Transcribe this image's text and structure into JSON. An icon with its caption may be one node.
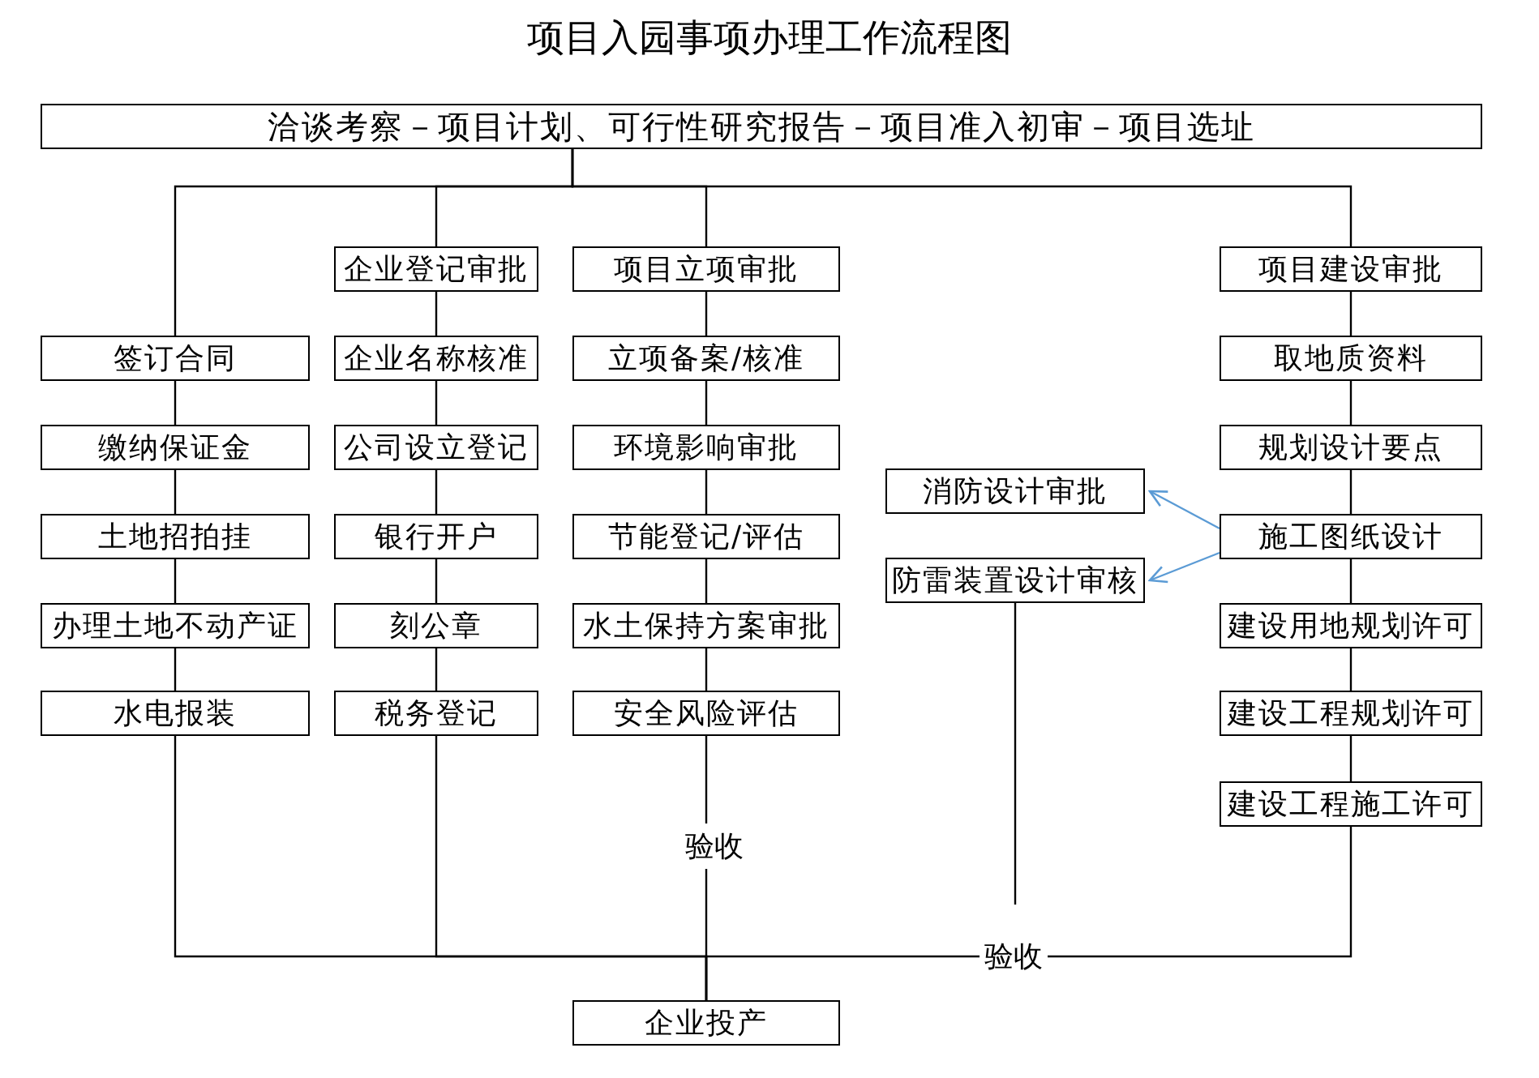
{
  "diagram": {
    "title": "项目入园事项办理工作流程图",
    "nodes": [
      {
        "text": [
          "洽谈考察－项目计划、可行性研究报告－项目准入初审－项目选址"
        ]
      },
      {
        "text": [
          "签订合同"
        ]
      },
      {
        "text": [
          "缴纳保证金"
        ]
      },
      {
        "text": [
          "土地招拍挂"
        ]
      },
      {
        "text": [
          "办理土地不动产证"
        ]
      },
      {
        "text": [
          "水电报装"
        ]
      },
      {
        "text": [
          "企业登记审批"
        ]
      },
      {
        "text": [
          "企业名称核准"
        ]
      },
      {
        "text": [
          "公司设立登记"
        ]
      },
      {
        "text": [
          "银行开户"
        ]
      },
      {
        "text": [
          "刻公章"
        ]
      },
      {
        "text": [
          "税务登记"
        ]
      },
      {
        "text": [
          "项目立项审批"
        ]
      },
      {
        "text": [
          "立项备案/核准"
        ]
      },
      {
        "text": [
          "环境影响审批"
        ]
      },
      {
        "text": [
          "节能登记/评估"
        ]
      },
      {
        "text": [
          "水土保持方案审批"
        ]
      },
      {
        "text": [
          "安全风险评估"
        ]
      },
      {
        "text": [
          "消防设计审批"
        ]
      },
      {
        "text": [
          "防雷装置设计审核"
        ]
      },
      {
        "text": [
          "项目建设审批"
        ]
      },
      {
        "text": [
          "取地质资料"
        ]
      },
      {
        "text": [
          "规划设计要点"
        ]
      },
      {
        "text": [
          "施工图纸设计"
        ]
      },
      {
        "text": [
          "建设用地规划许可"
        ]
      },
      {
        "text": [
          "建设工程规划许可"
        ]
      },
      {
        "text": [
          "建设工程施工许可"
        ]
      },
      {
        "text": [
          "企业投产"
        ]
      }
    ],
    "edges": [
      {
        "from": 0,
        "to": 1,
        "arrow": "none"
      },
      {
        "from": 0,
        "to": 6,
        "arrow": "none"
      },
      {
        "from": 0,
        "to": 12,
        "arrow": "none"
      },
      {
        "from": 0,
        "to": 20,
        "arrow": "none"
      },
      {
        "from": 1,
        "to": 2,
        "arrow": "none"
      },
      {
        "from": 2,
        "to": 3,
        "arrow": "none"
      },
      {
        "from": 3,
        "to": 4,
        "arrow": "none"
      },
      {
        "from": 4,
        "to": 5,
        "arrow": "none"
      },
      {
        "from": 6,
        "to": 7,
        "arrow": "none"
      },
      {
        "from": 7,
        "to": 8,
        "arrow": "none"
      },
      {
        "from": 8,
        "to": 9,
        "arrow": "none"
      },
      {
        "from": 9,
        "to": 10,
        "arrow": "none"
      },
      {
        "from": 10,
        "to": 11,
        "arrow": "none"
      },
      {
        "from": 12,
        "to": 13,
        "arrow": "none"
      },
      {
        "from": 13,
        "to": 14,
        "arrow": "none"
      },
      {
        "from": 14,
        "to": 15,
        "arrow": "none"
      },
      {
        "from": 15,
        "to": 16,
        "arrow": "none"
      },
      {
        "from": 16,
        "to": 17,
        "arrow": "none"
      },
      {
        "from": 20,
        "to": 21,
        "arrow": "none"
      },
      {
        "from": 21,
        "to": 22,
        "arrow": "none"
      },
      {
        "from": 22,
        "to": 23,
        "arrow": "none"
      },
      {
        "from": 23,
        "to": 24,
        "arrow": "none"
      },
      {
        "from": 24,
        "to": 25,
        "arrow": "none"
      },
      {
        "from": 25,
        "to": 26,
        "arrow": "none"
      },
      {
        "from": 23,
        "to": 18,
        "arrow": "to",
        "color": "#5b9bd5"
      },
      {
        "from": 23,
        "to": 19,
        "arrow": "to",
        "color": "#5b9bd5"
      },
      {
        "from": 19,
        "to": null,
        "arrow": "none"
      },
      {
        "from": 5,
        "to": 27,
        "arrow": "none"
      },
      {
        "from": 11,
        "to": 27,
        "arrow": "none"
      },
      {
        "from": 17,
        "to": 27,
        "arrow": "none",
        "label": "验收"
      },
      {
        "from": 26,
        "to": 27,
        "arrow": "none",
        "label": "验收"
      }
    ]
  }
}
